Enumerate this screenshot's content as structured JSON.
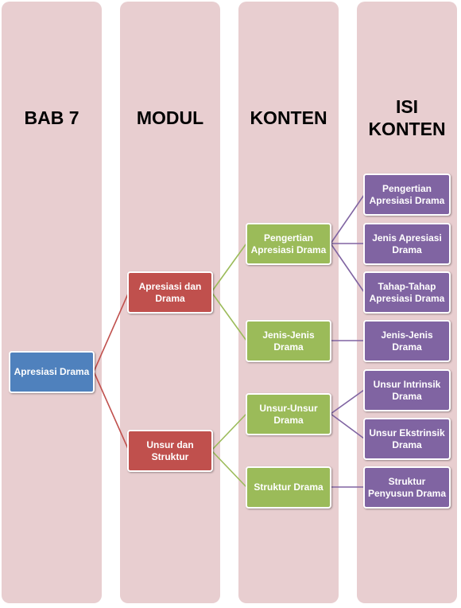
{
  "columns": {
    "bab": "BAB 7",
    "modul": "MODUL",
    "konten": "KONTEN",
    "isi_line1": "ISI",
    "isi_line2": "KONTEN"
  },
  "colors": {
    "column_bg": "#e8ced0",
    "root": "#4f81bd",
    "modul": "#c0504d",
    "konten": "#9bbb59",
    "isi": "#8064a2"
  },
  "nodes": {
    "root": "Apresiasi Drama",
    "modul": [
      "Apresiasi dan Drama",
      "Unsur dan Struktur"
    ],
    "konten": [
      "Pengertian Apresiasi Drama",
      "Jenis-Jenis Drama",
      "Unsur-Unsur Drama",
      "Struktur Drama"
    ],
    "isi": [
      "Pengertian Apresiasi Drama",
      "Jenis Apresiasi Drama",
      "Tahap-Tahap Apresiasi Drama",
      "Jenis-Jenis Drama",
      "Unsur Intrinsik Drama",
      "Unsur Ekstrinsik Drama",
      "Struktur Penyusun Drama"
    ]
  }
}
